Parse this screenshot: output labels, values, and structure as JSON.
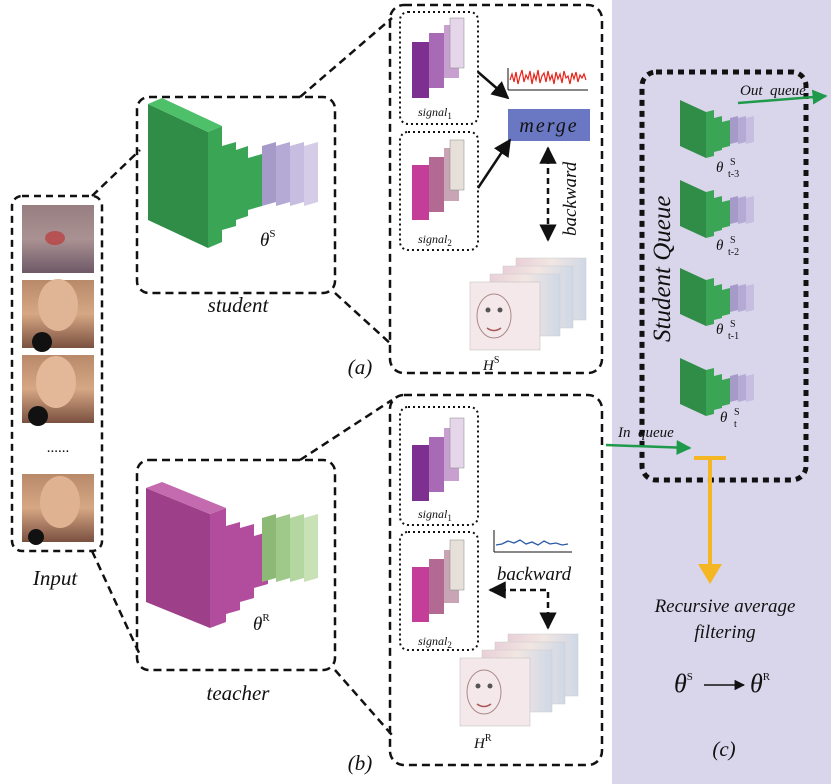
{
  "labels": {
    "input": "Input",
    "ellipsis": "......",
    "student": "student",
    "teacher": "teacher",
    "theta_s_base": "θ",
    "theta_s_sup": "S",
    "theta_r_base": "θ",
    "theta_r_sup": "R",
    "panel_a": "(a)",
    "panel_b": "(b)",
    "panel_c": "(c)",
    "signal1_base": "signal",
    "signal1_sub": "1",
    "signal2_base": "signal",
    "signal2_sub": "2",
    "merge": "merge",
    "backward": "backward",
    "hs_base": "H",
    "hs_sup": "S",
    "hr_base": "H",
    "hr_sup": "R",
    "student_queue": "Student Queue",
    "out_queue": "Out  queue",
    "in_queue": "In  queue",
    "queue_theta_sup": "S",
    "queue_sub_t3": "t-3",
    "queue_sub_t2": "t-2",
    "queue_sub_t1": "t-1",
    "queue_sub_t": "t",
    "recursive_line1": "Recursive average",
    "recursive_line2": "filtering",
    "eq_left_base": "θ",
    "eq_left_sup": "S",
    "eq_right_base": "θ",
    "eq_right_sup": "R"
  },
  "colors": {
    "panel_c_bg": "#d9d6ec",
    "student_green": "#3aa655",
    "teacher_magenta": "#b14d9c",
    "merge_box": "#6a77c2",
    "in_out_arrow": "#1e9a4a",
    "filter_arrow": "#f5b623",
    "signal_red": "#e8231a",
    "signal_blue": "#2a5aa8"
  }
}
